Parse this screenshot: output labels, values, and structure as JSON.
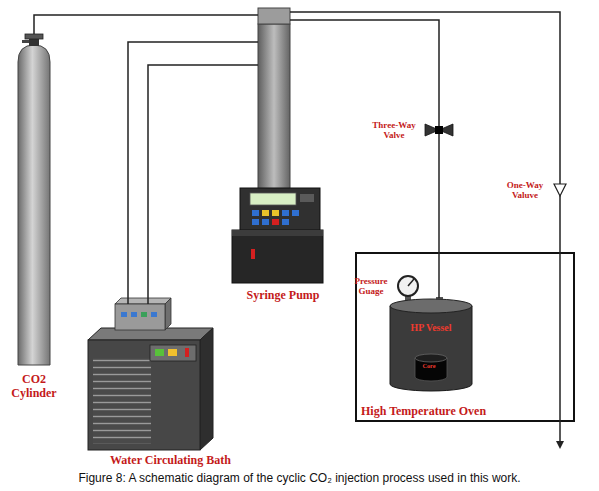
{
  "diagram": {
    "caption": "Figure 8: A schematic diagram of the cyclic CO₂ injection process used in this work.",
    "nodes": [
      {
        "text": [
          "CO2 Cylinder"
        ]
      },
      {
        "text": [
          "Syringe Pump"
        ]
      },
      {
        "text": [
          "Water Circulating Bath"
        ]
      },
      {
        "text": [
          "Three-Way Valve"
        ]
      },
      {
        "text": [
          "One-Way Valuve"
        ]
      },
      {
        "text": [
          "High Temperature Oven"
        ]
      },
      {
        "text": [
          "Pressure Guage"
        ],
        "in": 5
      },
      {
        "text": [
          "HP Vessel"
        ],
        "in": 5
      },
      {
        "text": [
          "Core"
        ],
        "in": 7
      }
    ],
    "edges": [
      {
        "from": 0,
        "to": 1,
        "arrow": "none"
      },
      {
        "from": 1,
        "to": 3,
        "arrow": "none"
      },
      {
        "from": 1,
        "to": 4,
        "arrow": "none"
      },
      {
        "from": 2,
        "to": 1,
        "arrow": "none"
      },
      {
        "from": 2,
        "to": 1,
        "arrow": "none"
      },
      {
        "from": 3,
        "to": 7,
        "arrow": "none"
      }
    ]
  }
}
